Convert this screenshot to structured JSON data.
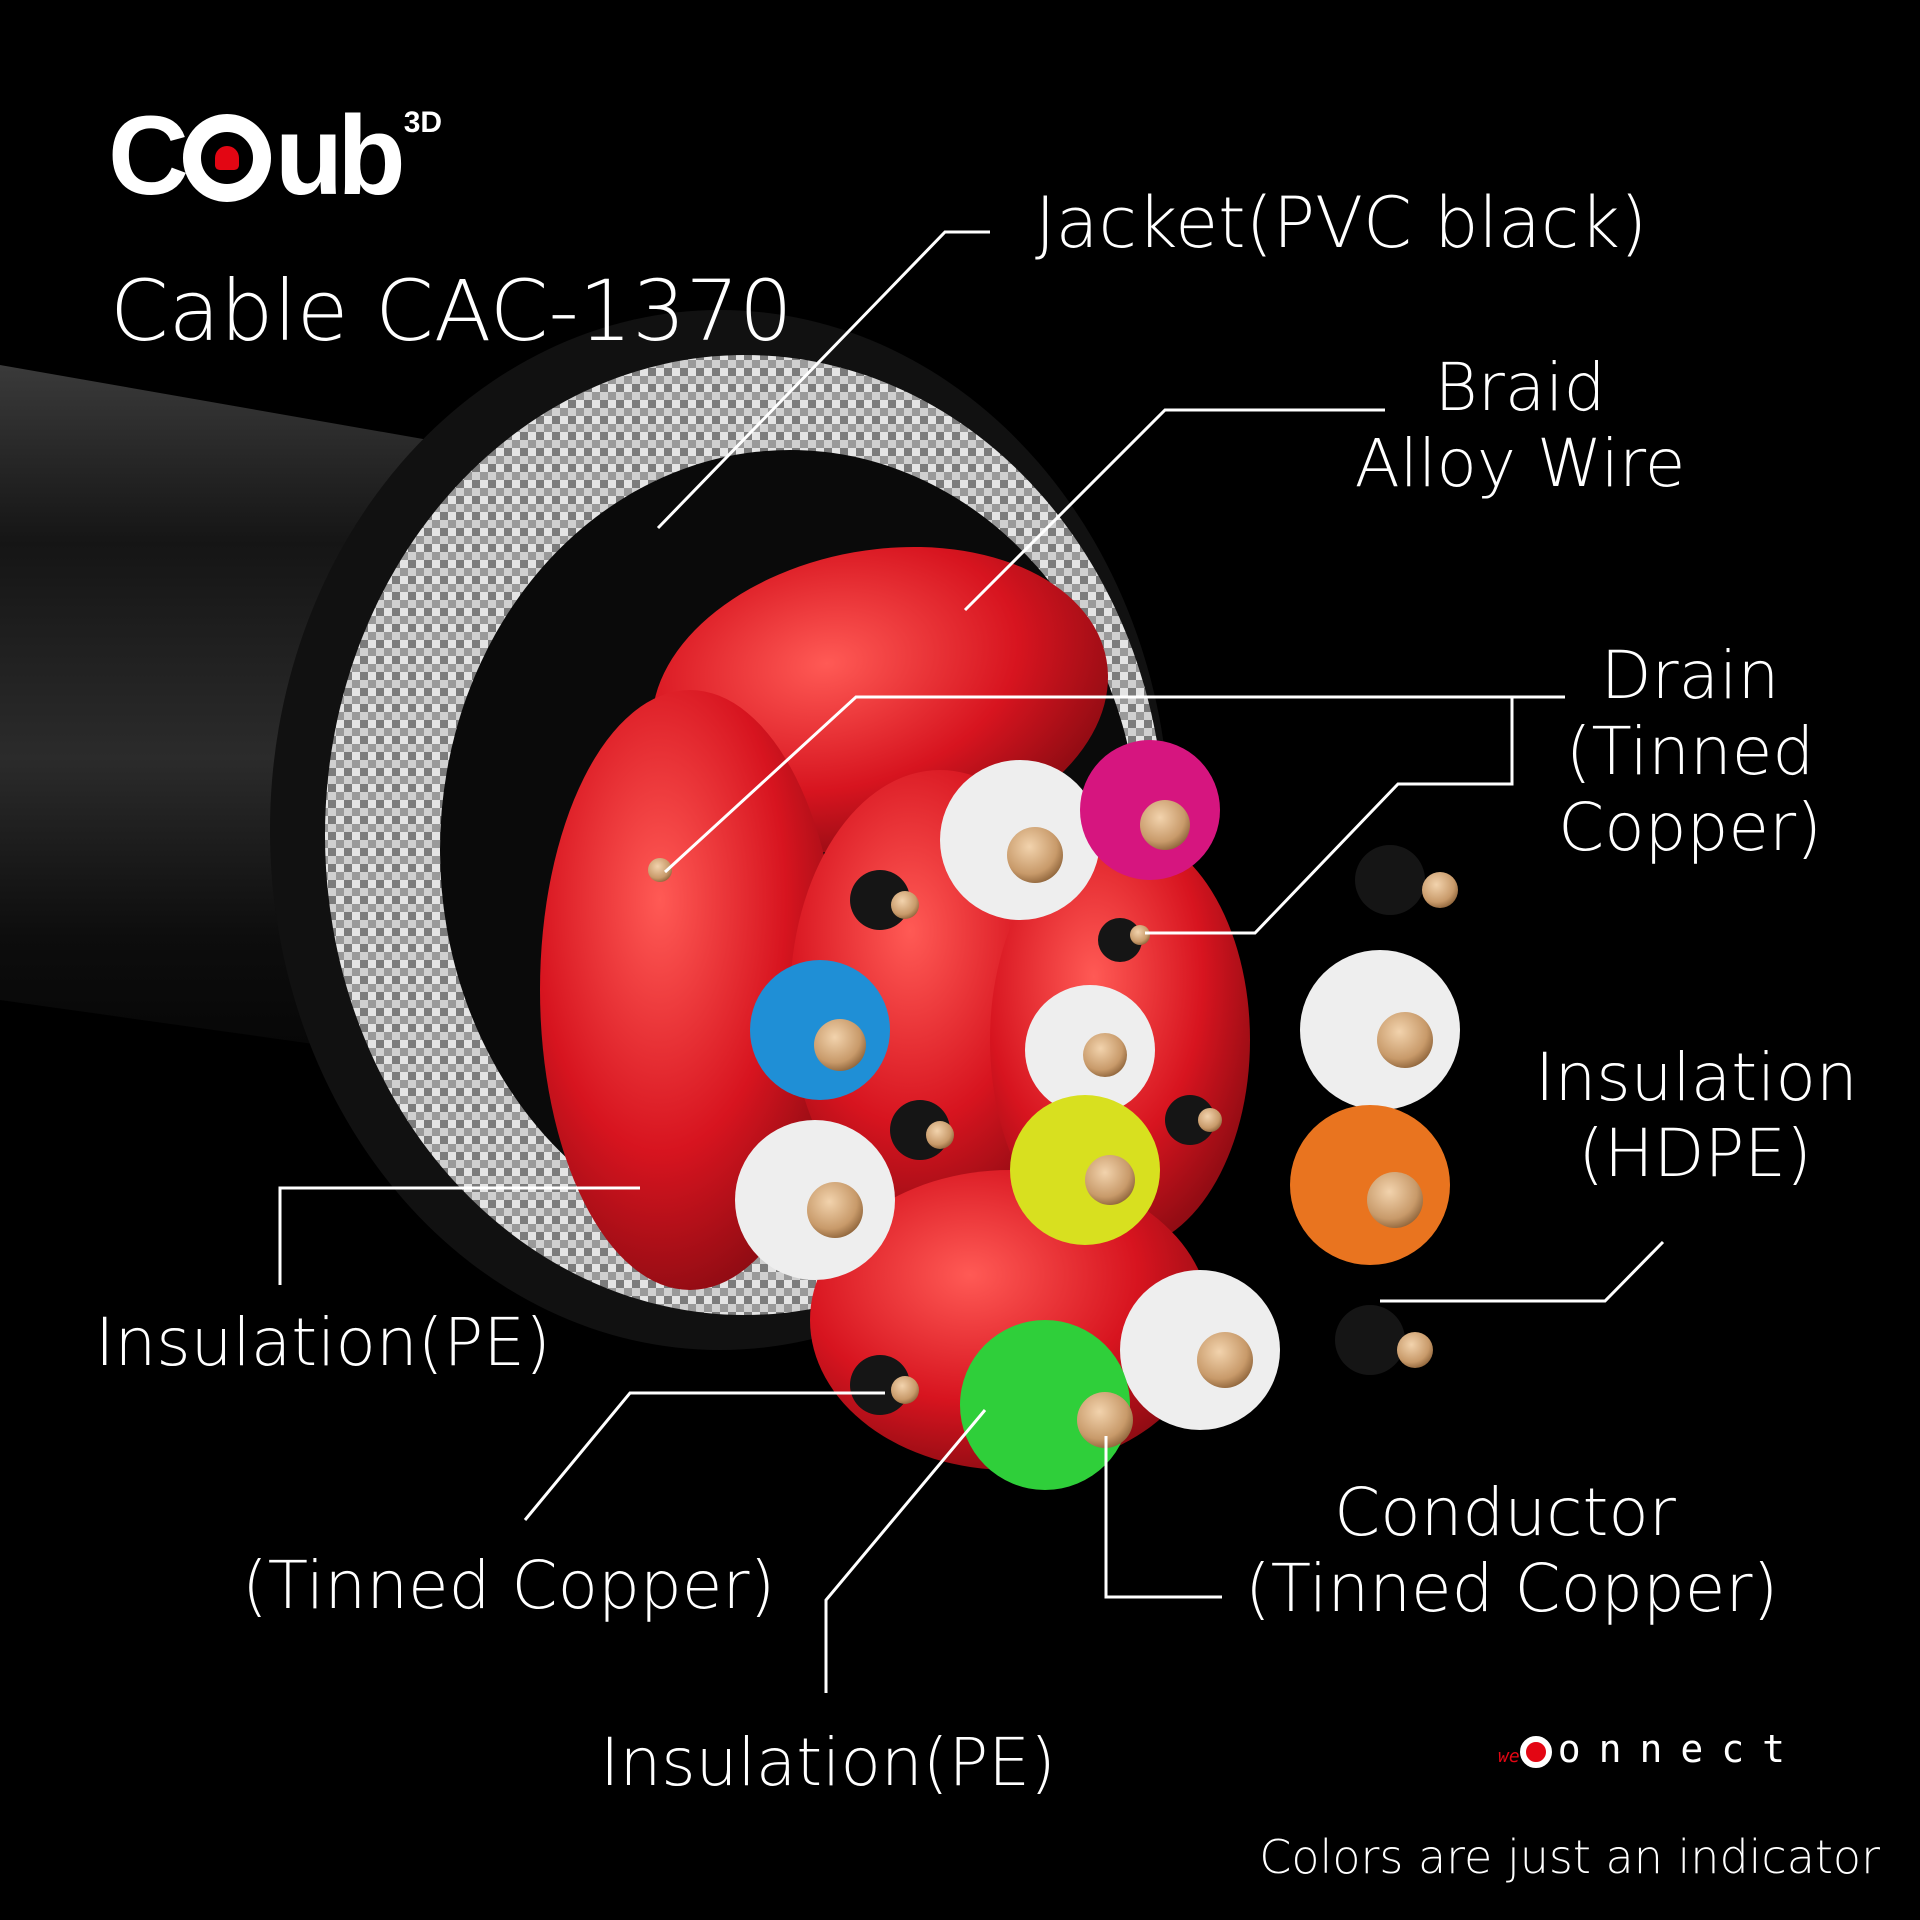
{
  "brand": {
    "logo_text": "Club3D",
    "product_title": "Cable CAC-1370",
    "tagline_logo": "weConnect",
    "footnote": "Colors are just an indicator"
  },
  "labels": {
    "jacket": [
      "Jacket(PVC black)"
    ],
    "braid": [
      "Braid",
      "Alloy Wire"
    ],
    "drain": [
      "Drain",
      "(Tinned",
      "Copper)"
    ],
    "insulation_hdpe": [
      "Insulation",
      "(HDPE)"
    ],
    "insulation_pe_left": [
      "Insulation(PE)"
    ],
    "tinned_copper": [
      "(Tinned Copper)"
    ],
    "conductor": [
      "Conductor",
      "(Tinned Copper)"
    ],
    "insulation_pe_bottom": [
      "Insulation(PE)"
    ]
  },
  "colors": {
    "background": "#000000",
    "jacket": "#1a1a1a",
    "braid": "#bdbdbd",
    "shield": "#d7141f",
    "conductor": "#c89a6a",
    "logo_accent": "#e30613",
    "core_white": "#eeeeee",
    "core_magenta": "#d6157f",
    "core_blue": "#1f8fd6",
    "core_yellow": "#d8e01f",
    "core_orange": "#e9741f",
    "core_green": "#2fcf3a"
  }
}
